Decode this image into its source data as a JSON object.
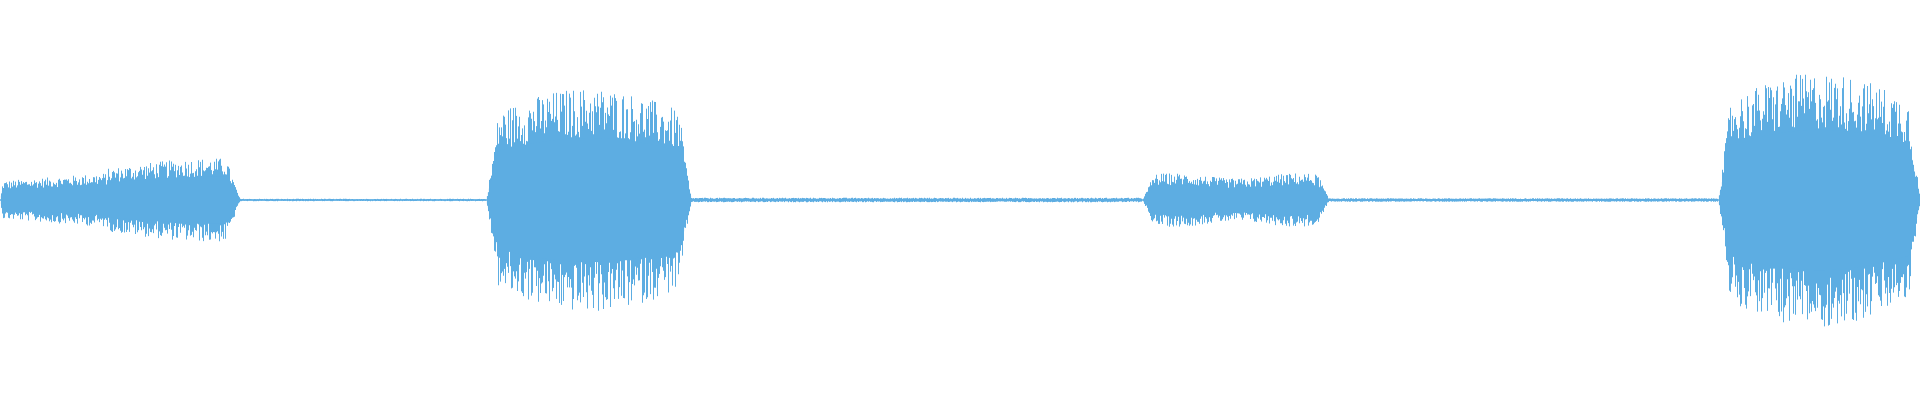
{
  "waveform": {
    "color": "#5DADE2",
    "background": "#ffffff",
    "segments": [
      {
        "kind": "voiced",
        "start": 0.0,
        "end": 0.125,
        "peak": 0.28,
        "rise": "slow-swell"
      },
      {
        "kind": "silence",
        "start": 0.125,
        "end": 0.253,
        "peak": 0.008
      },
      {
        "kind": "voiced",
        "start": 0.253,
        "end": 0.36,
        "peak": 0.75,
        "rise": "sharp"
      },
      {
        "kind": "silence",
        "start": 0.36,
        "end": 0.595,
        "peak": 0.015
      },
      {
        "kind": "voiced",
        "start": 0.595,
        "end": 0.692,
        "peak": 0.18,
        "rise": "flat"
      },
      {
        "kind": "silence",
        "start": 0.692,
        "end": 0.895,
        "peak": 0.012
      },
      {
        "kind": "voiced",
        "start": 0.895,
        "end": 1.0,
        "peak": 0.85,
        "rise": "sharp"
      }
    ]
  }
}
